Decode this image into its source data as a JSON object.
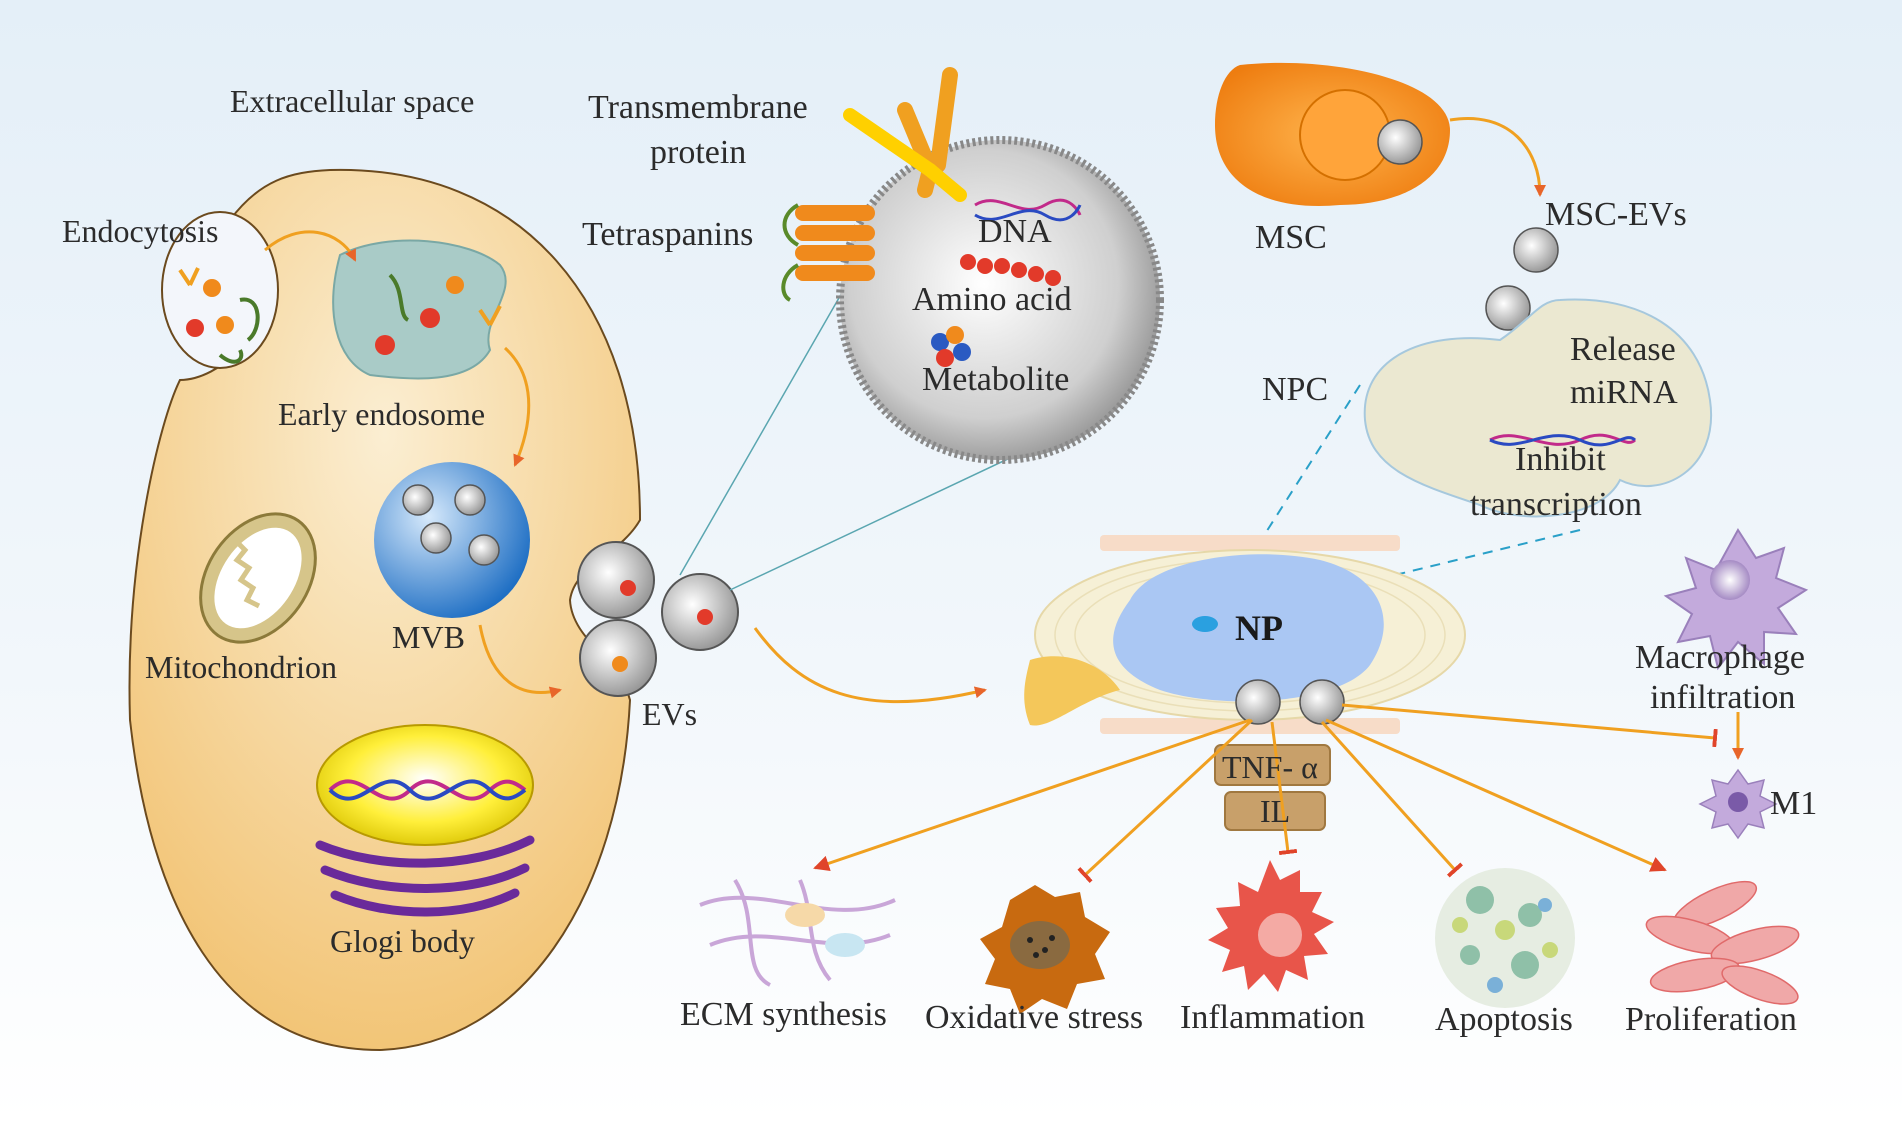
{
  "labels": {
    "extracellular_space": "Extracellular space",
    "endocytosis": "Endocytosis",
    "early_endosome": "Early endosome",
    "mvb": "MVB",
    "mitochondrion": "Mitochondrion",
    "golgi_body": "Glogi body",
    "evs": "EVs",
    "transmembrane_protein_line1": "Transmembrane",
    "transmembrane_protein_line2": "protein",
    "tetraspanins": "Tetraspanins",
    "dna": "DNA",
    "amino_acid": "Amino acid",
    "metabolite": "Metabolite",
    "msc": "MSC",
    "msc_evs": "MSC-EVs",
    "npc": "NPC",
    "release_line1": "Release",
    "release_line2": "miRNA",
    "inhibit_line1": "Inhibit",
    "inhibit_line2": "transcription",
    "np": "NP",
    "macrophage_line1": "Macrophage",
    "macrophage_line2": "infiltration",
    "m1": "M1",
    "tnf": "TNF- α",
    "il": "IL"
  },
  "outcomes": [
    "ECM synthesis",
    "Oxidative stress",
    "Inflammation",
    "Apoptosis",
    "Proliferation"
  ],
  "colors": {
    "cell_fill": "#f5c97a",
    "endosome": "#9cc7c5",
    "mvb": "#2f7fd0",
    "msc": "#f08a1c",
    "npc": "#e9e6c8",
    "np": "#a9c6f2",
    "arrow": "#f0a020",
    "inhibit": "#e0442a"
  }
}
